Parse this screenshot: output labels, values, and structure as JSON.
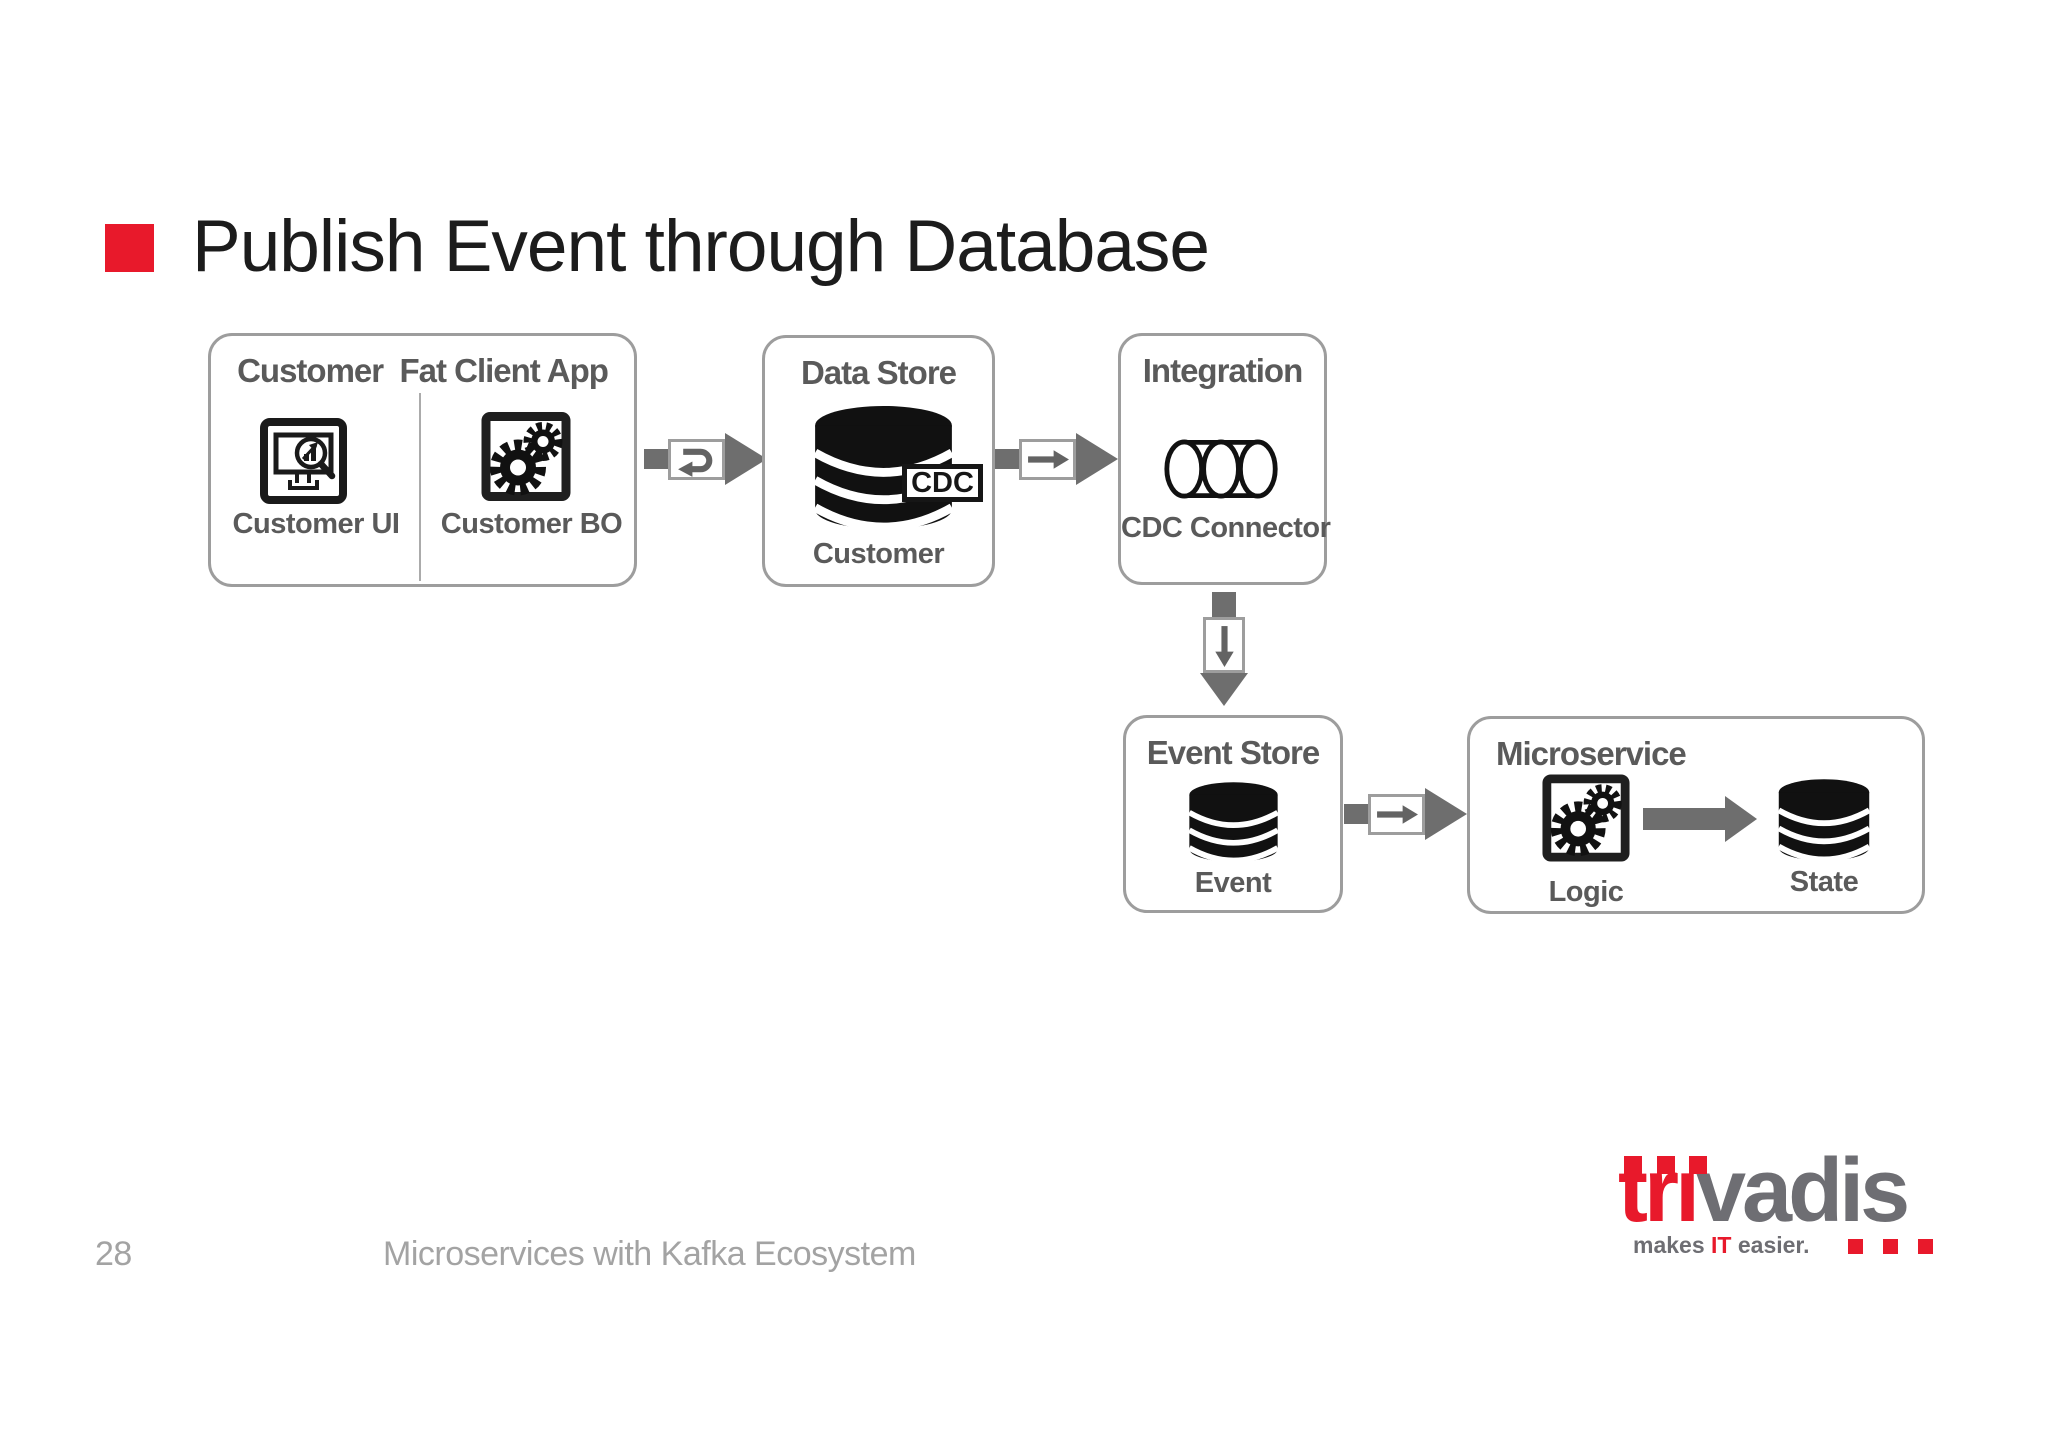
{
  "colors": {
    "accent_red": "#e8192b",
    "box_border": "#9d9d9d",
    "label_gray": "#5a5a5a",
    "conn_gray": "#6e6e6e",
    "arrow_dark": "#636363",
    "icon_black": "#161616",
    "footer_gray": "#a3a3a3",
    "logo_gray": "#6e6e73"
  },
  "title": {
    "text": "Publish Event through Database"
  },
  "diagram": {
    "fat_client_box": {
      "title": "Customer  Fat Client App",
      "ui_label": "Customer UI",
      "bo_label": "Customer BO",
      "ui_icon": "monitor-magnifier-icon",
      "bo_icon": "gears-icon"
    },
    "data_store_box": {
      "title": "Data Store",
      "db_label": "Customer",
      "badge": "CDC",
      "icon": "database-icon"
    },
    "integration_box": {
      "title": "Integration",
      "label": "CDC Connector",
      "icon": "pipeline-rings-icon"
    },
    "event_store_box": {
      "title": "Event Store",
      "db_label": "Event",
      "icon": "database-icon"
    },
    "microservice_box": {
      "title": "Microservice",
      "logic_label": "Logic",
      "state_label": "State",
      "logic_icon": "gears-icon",
      "state_icon": "database-icon"
    },
    "connectors": [
      {
        "from": "fat-client-app",
        "to": "data-store",
        "icon": "request-reply-uturn-arrow-icon",
        "direction": "right"
      },
      {
        "from": "data-store",
        "to": "integration",
        "icon": "one-way-arrow-icon",
        "direction": "right"
      },
      {
        "from": "integration",
        "to": "event-store",
        "icon": "one-way-arrow-icon",
        "direction": "down"
      },
      {
        "from": "event-store",
        "to": "microservice",
        "icon": "one-way-arrow-icon",
        "direction": "right"
      },
      {
        "from": "logic",
        "to": "state",
        "icon": "solid-arrow",
        "direction": "right"
      }
    ]
  },
  "footer": {
    "page_number": "28",
    "text": "Microservices with Kafka Ecosystem"
  },
  "logo": {
    "word_red": "trı",
    "word_gray": "vadis",
    "tagline_pre": "makes ",
    "tagline_it": "IT",
    "tagline_post": " easier."
  }
}
